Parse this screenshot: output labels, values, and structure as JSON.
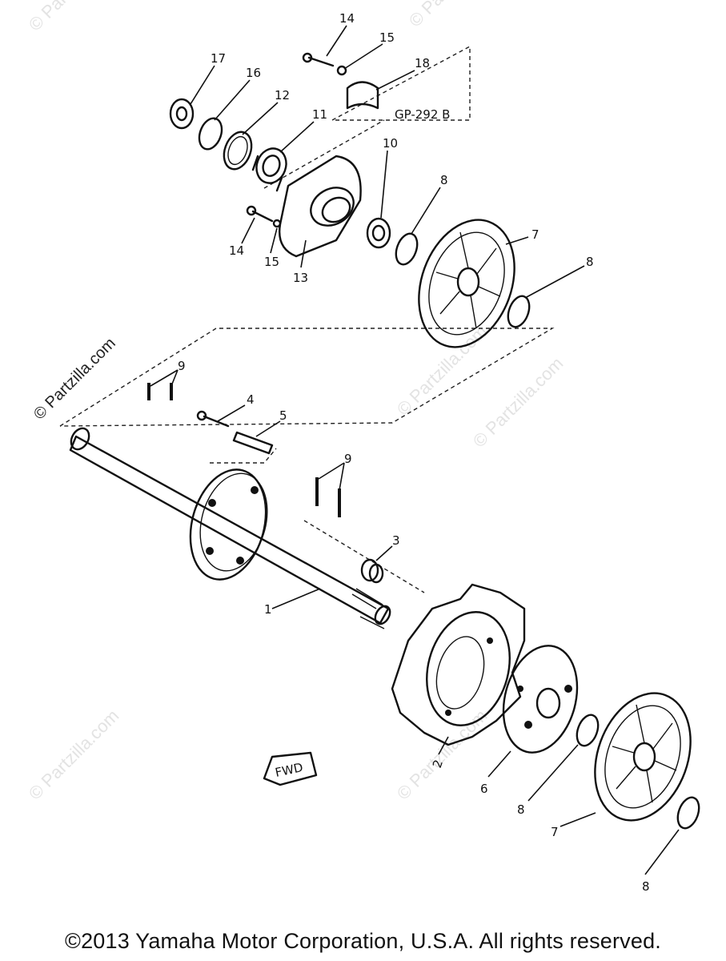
{
  "diagram": {
    "callouts": [
      "14",
      "15",
      "18",
      "17",
      "16",
      "12",
      "11",
      "10",
      "8",
      "7",
      "8",
      "14",
      "15",
      "13",
      "9",
      "4",
      "5",
      "9",
      "3",
      "1",
      "2",
      "6",
      "8",
      "7",
      "8"
    ],
    "ref_box_label": "GP-292 B",
    "direction_arrow_label": "FWD",
    "watermarks": [
      "© Partzilla.com",
      "© Partzilla.com",
      "© Partzilla.com",
      "© Partzilla.com",
      "© Partzilla.com",
      "© Partzilla.com",
      "© Partzilla.com"
    ]
  },
  "footer": {
    "copyright": "©2013  Yamaha Motor Corporation, U.S.A. All rights reserved."
  }
}
